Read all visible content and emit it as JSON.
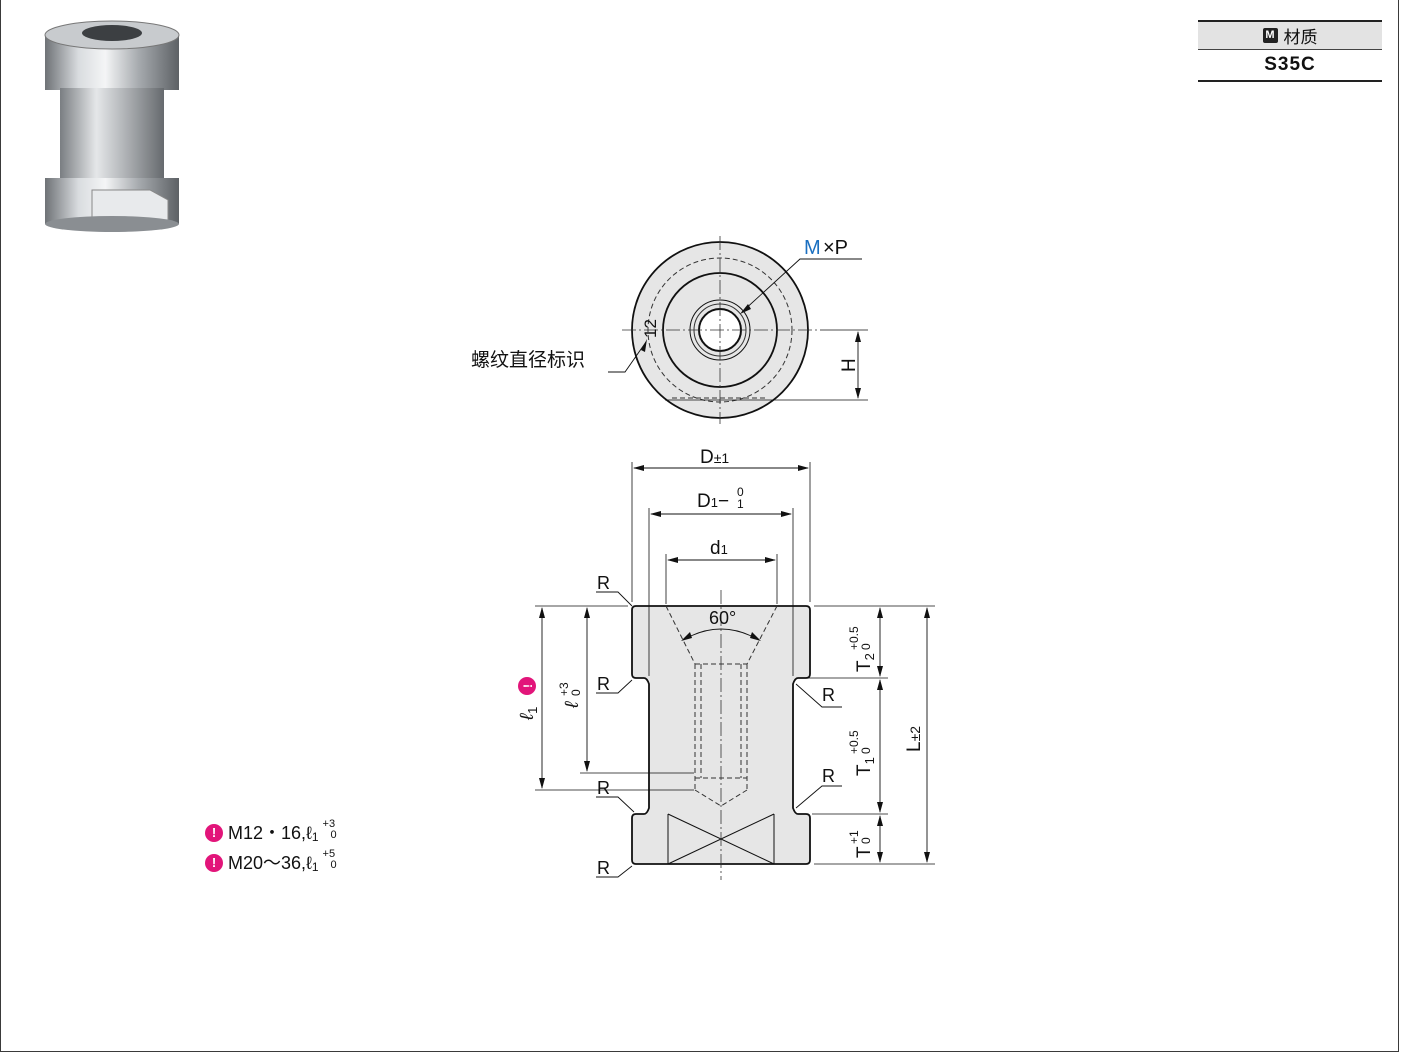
{
  "material": {
    "badge": "M",
    "header": "材质",
    "value": "S35C"
  },
  "top_view": {
    "thread_label_m": "M",
    "thread_label_rest": "×P",
    "marking_value": "12",
    "marking_callout": "螺纹直径标识",
    "height_label": "H"
  },
  "side_view": {
    "D": {
      "base": "D",
      "tol": "±1"
    },
    "D1": {
      "base": "D",
      "sub": "1",
      "minus": "−",
      "upper": "0",
      "lower": "1"
    },
    "d1": {
      "base": "d",
      "sub": "1"
    },
    "angle": "60°",
    "R": "R",
    "T2": {
      "base": "T",
      "sub": "2",
      "upper": "+0.5",
      "lower": "0"
    },
    "T1": {
      "base": "T",
      "sub": "1",
      "upper": "+0.5",
      "lower": "0"
    },
    "T": {
      "base": "T",
      "upper": "+1",
      "lower": "0"
    },
    "L": {
      "base": "L",
      "tol": "±2"
    },
    "l": {
      "base": "ℓ",
      "upper": "+3",
      "lower": "0"
    },
    "l1": {
      "base": "ℓ",
      "sub": "1",
      "mark": "!"
    }
  },
  "notes": [
    {
      "mark": "!",
      "text": "M12・16,ℓ",
      "sub": "1",
      "upper": "+3",
      "lower": "0"
    },
    {
      "mark": "!",
      "text": "M20～36,ℓ",
      "sub": "1",
      "upper": "+5",
      "lower": "0"
    }
  ],
  "colors": {
    "accent_blue": "#1a6fc0",
    "warning_pink": "#e2157a",
    "part_fill": "#e6e6e6"
  }
}
